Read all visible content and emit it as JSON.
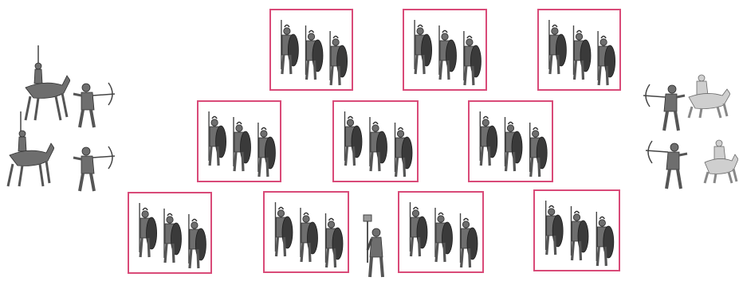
{
  "scene": {
    "colors": {
      "box_border": "#d94a78",
      "background": "#ffffff",
      "figure_gray": "#6e6e6e"
    },
    "units": [
      {
        "row": "back",
        "soldiers": 3
      },
      {
        "row": "back",
        "soldiers": 3
      },
      {
        "row": "back",
        "soldiers": 3
      },
      {
        "row": "middle",
        "soldiers": 3
      },
      {
        "row": "middle",
        "soldiers": 3
      },
      {
        "row": "middle",
        "soldiers": 3
      },
      {
        "row": "front",
        "soldiers": 3
      },
      {
        "row": "front",
        "soldiers": 3
      },
      {
        "row": "front",
        "soldiers": 3
      },
      {
        "row": "front",
        "soldiers": 3
      }
    ],
    "left_flank": [
      "horseman",
      "archer",
      "horseman",
      "archer"
    ],
    "right_flank": [
      "archer",
      "horseman",
      "archer",
      "horseman"
    ],
    "center_figure": "standard-bearer"
  }
}
